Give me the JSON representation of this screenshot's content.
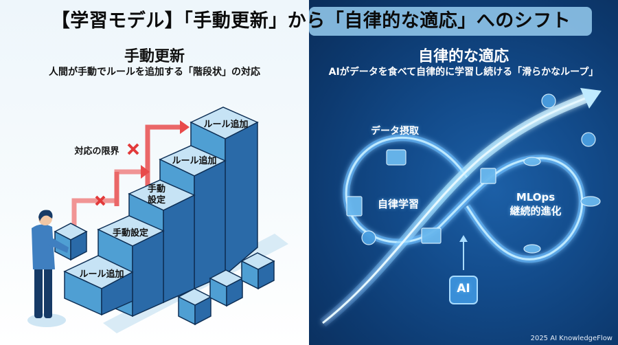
{
  "header": {
    "title": "【学習モデル】「手動更新」から「自律的な適応」へのシフト"
  },
  "left_panel": {
    "heading": "手動更新",
    "subheading": "人間が手動でルールを追加する「階段状」の対応",
    "limit_label": "対応の限界",
    "steps": [
      {
        "label": "ルール追加"
      },
      {
        "label": "手動設定"
      },
      {
        "label": "手動\n設定"
      },
      {
        "label": "ルール追加"
      },
      {
        "label": "ルール追加"
      }
    ],
    "colors": {
      "step_top": "#c6e3f5",
      "step_front": "#4f9fd3",
      "step_side": "#2a6aa8",
      "arrow": "#e84a4a"
    }
  },
  "right_panel": {
    "heading": "自律的な適応",
    "subheading": "AIがデータを食べて自律的に学習し続ける「滑らかなループ」",
    "loop_labels": {
      "data_intake": "データ摂取",
      "self_learning": "自律学習",
      "mlops_line1": "MLOps",
      "mlops_line2": "継続的進化"
    },
    "chip_label": "AI",
    "icons": [
      "document-chart-icon",
      "line-chart-icon",
      "bar-chart-icon",
      "database-icon",
      "coin-icon",
      "ai-chip-icon",
      "growth-arrow-icon"
    ],
    "colors": {
      "background": "#0d3a70",
      "glow": "#7fd0ff"
    }
  },
  "footer": {
    "credit": "2025 AI KnowledgeFlow"
  }
}
